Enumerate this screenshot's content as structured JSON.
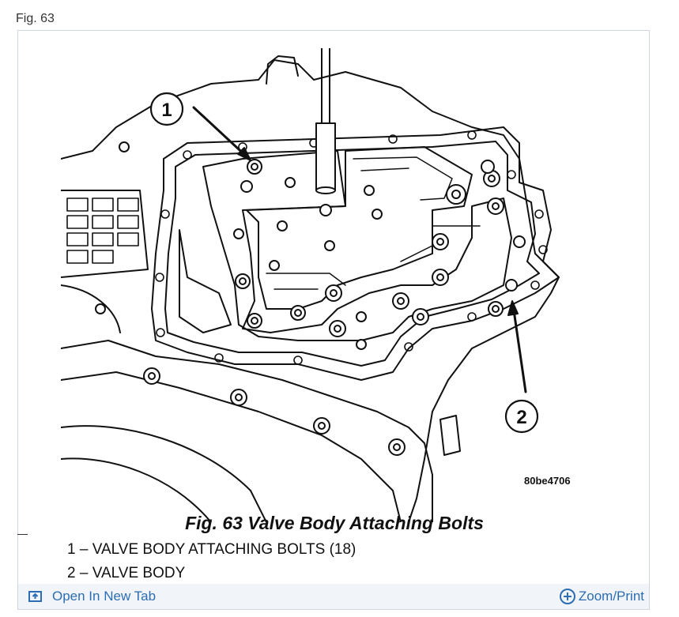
{
  "figure": {
    "label": "Fig. 63",
    "caption": "Fig. 63 Valve Body Attaching Bolts",
    "image_code": "80be4706",
    "callout_1": "1",
    "callout_2": "2"
  },
  "legend": {
    "item1_number": "1",
    "item1_text": "VALVE BODY ATTACHING BOLTS (18)",
    "item2_number": "2",
    "item2_text": "VALVE BODY",
    "separator": "–"
  },
  "toolbar": {
    "open_tab_label": "Open In New Tab",
    "zoom_label": "Zoom/Print",
    "open_tab_icon": "open-in-new-tab-icon",
    "zoom_icon": "zoom-plus-icon",
    "link_color": "#2c6db3"
  }
}
